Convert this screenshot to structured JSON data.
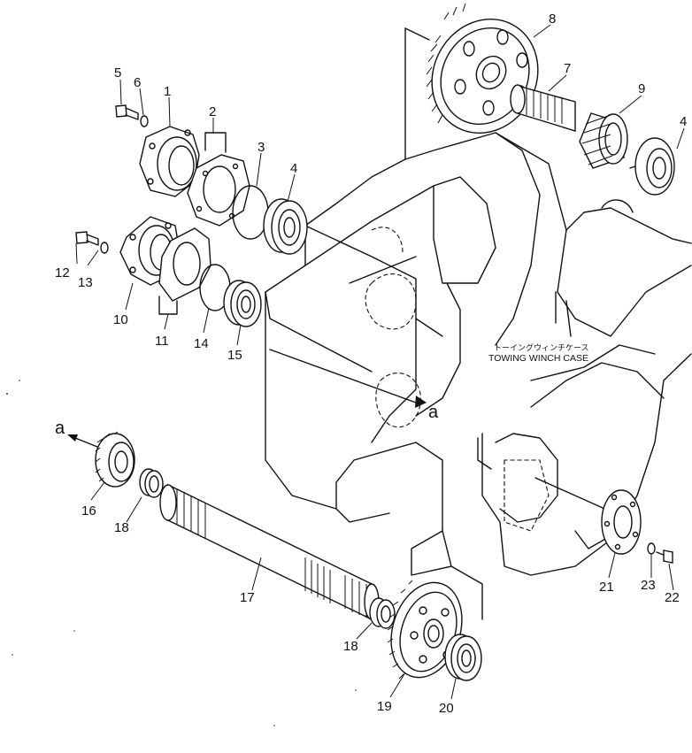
{
  "case_label": {
    "japanese": "トーイングウィンチケース",
    "english": "TOWING WINCH CASE"
  },
  "view_marker": "a",
  "callouts": [
    "1",
    "2",
    "3",
    "4",
    "4",
    "5",
    "6",
    "7",
    "8",
    "9",
    "10",
    "11",
    "12",
    "13",
    "14",
    "15",
    "16",
    "17",
    "18",
    "18",
    "19",
    "20",
    "21",
    "22",
    "23"
  ]
}
